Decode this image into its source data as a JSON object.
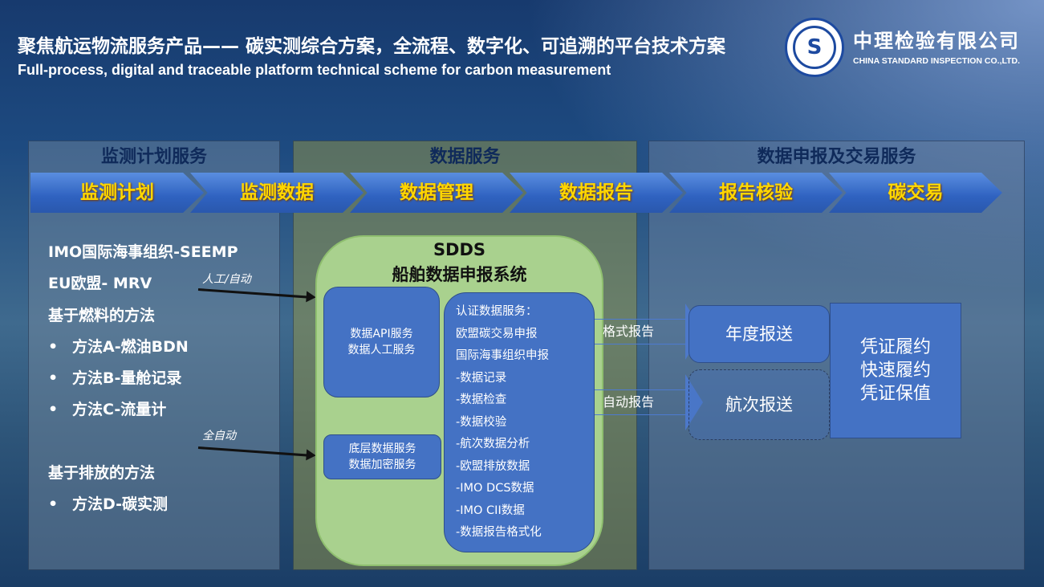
{
  "header": {
    "title_cn": "聚焦航运物流服务产品—— 碳实测综合方案，全流程、数字化、可追溯的平台技术方案",
    "title_en": "Full-process, digital and traceable platform technical scheme for carbon measurement"
  },
  "logo": {
    "company_cn": "中理检验有限公司",
    "company_en": "CHINA STANDARD INSPECTION CO.,LTD.",
    "emblem": "S"
  },
  "panels": [
    "监测计划服务",
    "数据服务",
    "数据申报及交易服务"
  ],
  "steps": [
    "监测计划",
    "监测数据",
    "数据管理",
    "数据报告",
    "报告核验",
    "碳交易"
  ],
  "left_list": {
    "l1": "IMO国际海事组织-SEEMP",
    "l2": "EU欧盟- MRV",
    "l3": "基于燃料的方法",
    "l4": "方法A-燃油BDN",
    "l5": "方法B-量舱记录",
    "l6": "方法C-流量计",
    "l7": "基于排放的方法",
    "l8": "方法D-碳实测",
    "bullet": "•"
  },
  "arrows": {
    "manual_auto": "人工/自动",
    "full_auto": "全自动"
  },
  "sdds": {
    "title": "SDDS",
    "subtitle": "船舶数据申报系统",
    "box1": [
      "数据API服务",
      "数据人工服务"
    ],
    "box2": [
      "底层数据服务",
      "数据加密服务"
    ],
    "box3": [
      "认证数据服务：",
      "欧盟碳交易申报",
      "国际海事组织申报",
      "-数据记录",
      "-数据检查",
      "-数据校验",
      "-航次数据分析",
      "-欧盟排放数据",
      "-IMO DCS数据",
      "-IMO CII数据",
      "-数据报告格式化"
    ]
  },
  "reports": {
    "format": "格式报告",
    "auto": "自动报告",
    "annual": "年度报送",
    "voyage": "航次报送"
  },
  "final": [
    "凭证履约",
    "快速履约",
    "凭证保值"
  ]
}
